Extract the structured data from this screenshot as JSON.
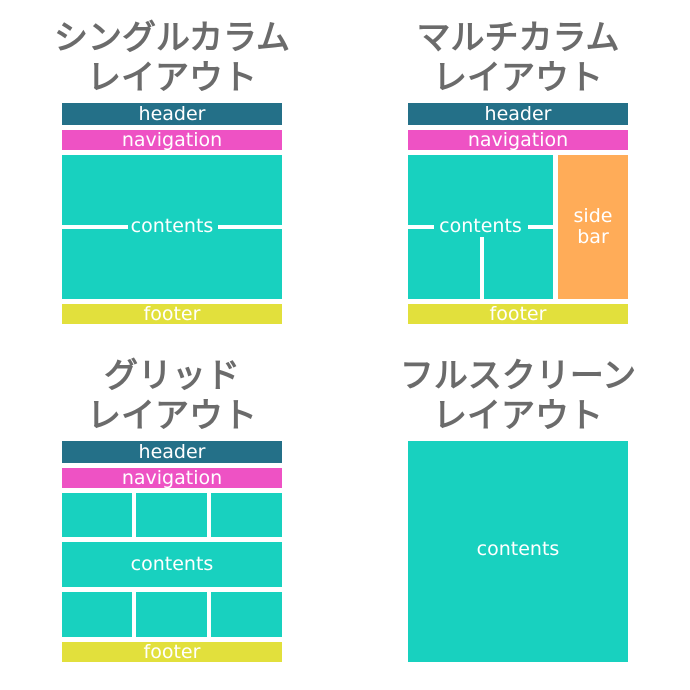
{
  "layouts": [
    {
      "title_line1": "シングルカラム",
      "title_line2": "レイアウト",
      "header": "header",
      "navigation": "navigation",
      "contents": "contents",
      "footer": "footer"
    },
    {
      "title_line1": "マルチカラム",
      "title_line2": "レイアウト",
      "header": "header",
      "navigation": "navigation",
      "contents": "contents",
      "sidebar_line1": "side",
      "sidebar_line2": "bar",
      "footer": "footer"
    },
    {
      "title_line1": "グリッド",
      "title_line2": "レイアウト",
      "header": "header",
      "navigation": "navigation",
      "contents": "contents",
      "footer": "footer"
    },
    {
      "title_line1": "フルスクリーン",
      "title_line2": "レイアウト",
      "contents": "contents"
    }
  ],
  "colors": {
    "header": "#247088",
    "navigation": "#ee52c4",
    "contents": "#18d1bf",
    "sidebar": "#ffac58",
    "footer": "#e2e03c",
    "title_text": "#6b6b6b"
  }
}
